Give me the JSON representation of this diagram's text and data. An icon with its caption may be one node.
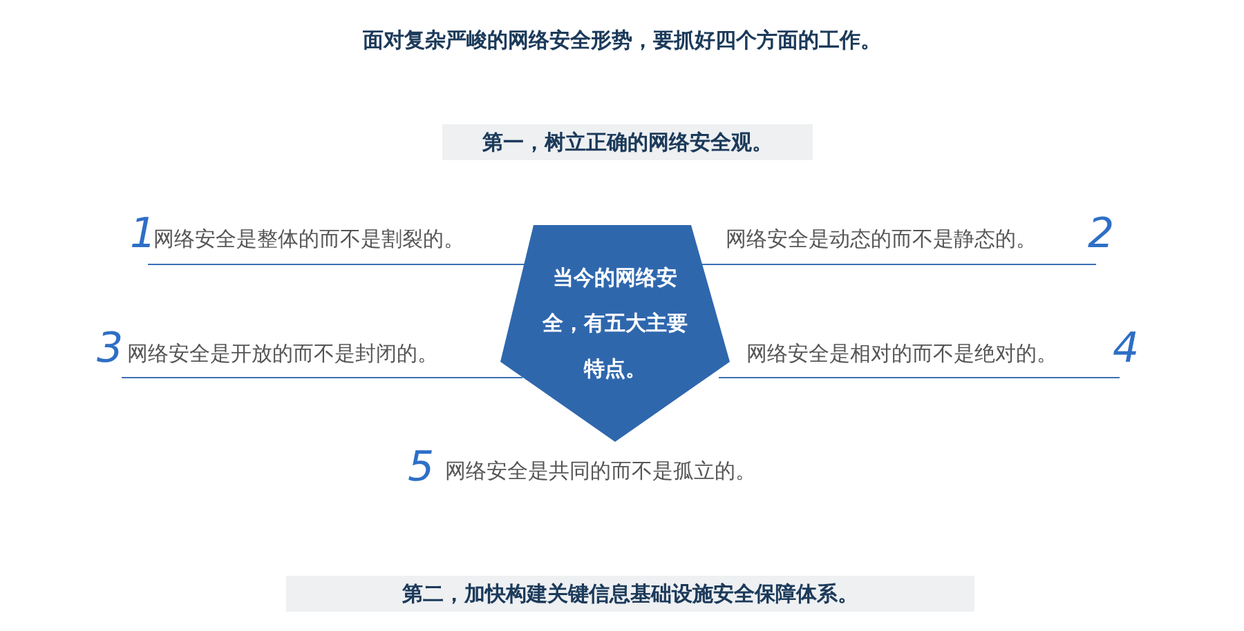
{
  "diagram": {
    "title": "面对复杂严峻的网络安全形势，要抓好四个方面的工作。",
    "nodes": [
      {
        "text": [
          "第一，树立正确的网络安全观。"
        ]
      },
      {
        "text": [
          "当今的网络安全，有五大主要特点。"
        ]
      },
      {
        "text": [
          "第二，加快构建关键信息基础设施安全保障体系。"
        ]
      }
    ],
    "labels": [
      "1",
      "网络安全是整体的而不是割裂的。",
      "网络安全是动态的而不是静态的。",
      "2",
      "3",
      "网络安全是开放的而不是封闭的。",
      "网络安全是相对的而不是绝对的。",
      "4",
      "5",
      "网络安全是共同的而不是孤立的。"
    ]
  }
}
